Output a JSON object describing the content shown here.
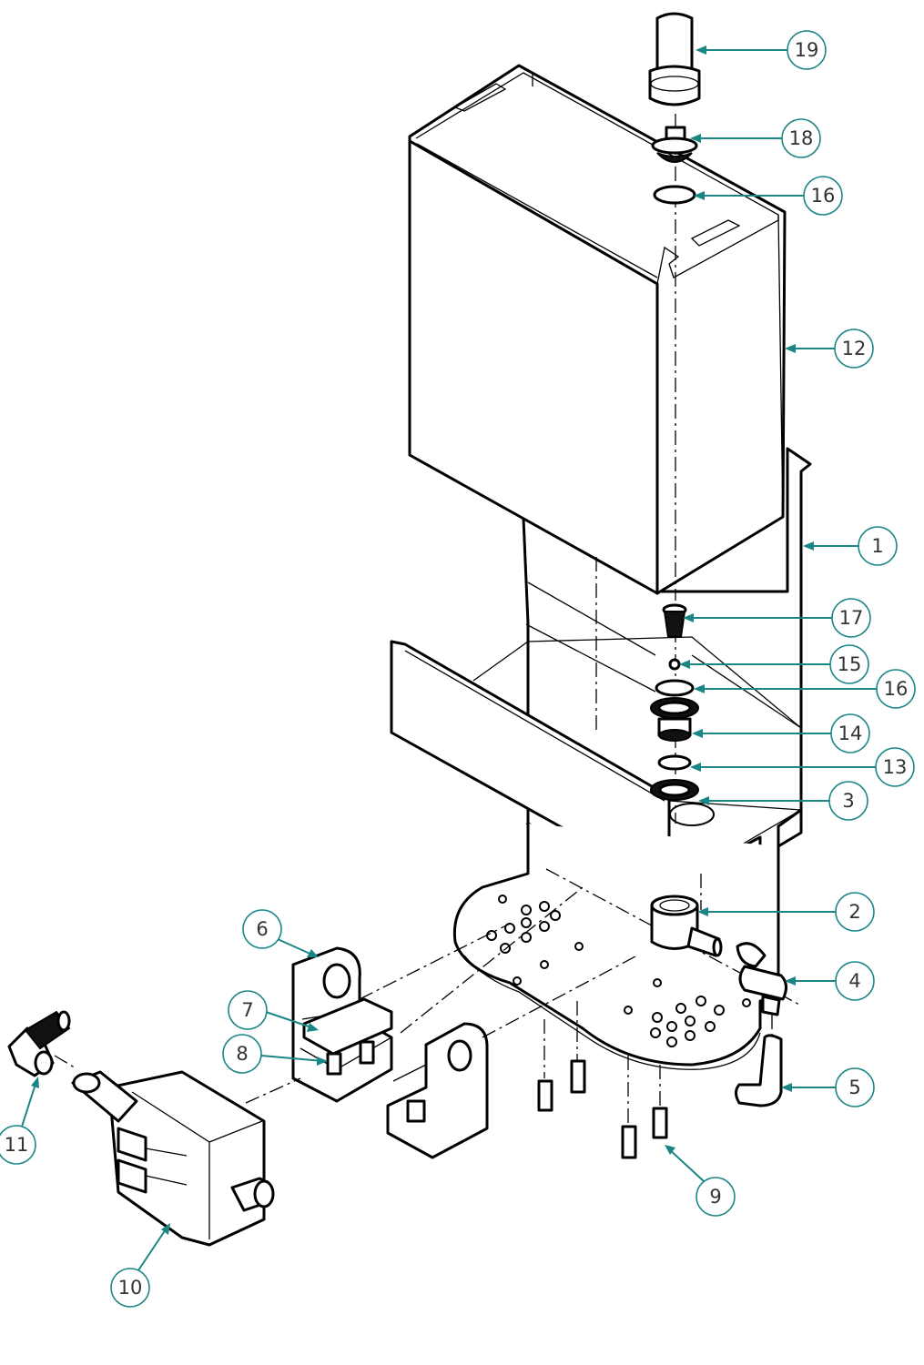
{
  "diagram": {
    "theme": {
      "callout_color": "#1a8585",
      "line_color": "#000000",
      "background": "#ffffff"
    },
    "callouts": [
      {
        "id": "c19",
        "label": "19"
      },
      {
        "id": "c18",
        "label": "18"
      },
      {
        "id": "c16a",
        "label": "16"
      },
      {
        "id": "c12",
        "label": "12"
      },
      {
        "id": "c1",
        "label": "1"
      },
      {
        "id": "c17",
        "label": "17"
      },
      {
        "id": "c15",
        "label": "15"
      },
      {
        "id": "c16b",
        "label": "16"
      },
      {
        "id": "c14",
        "label": "14"
      },
      {
        "id": "c13",
        "label": "13"
      },
      {
        "id": "c3",
        "label": "3"
      },
      {
        "id": "c2",
        "label": "2"
      },
      {
        "id": "c4",
        "label": "4"
      },
      {
        "id": "c5",
        "label": "5"
      },
      {
        "id": "c6",
        "label": "6"
      },
      {
        "id": "c7",
        "label": "7"
      },
      {
        "id": "c8",
        "label": "8"
      },
      {
        "id": "c9",
        "label": "9"
      },
      {
        "id": "c10",
        "label": "10"
      },
      {
        "id": "c11",
        "label": "11"
      }
    ]
  }
}
